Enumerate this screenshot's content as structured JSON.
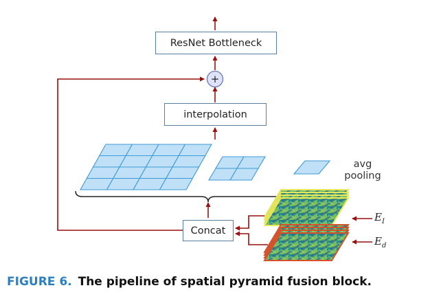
{
  "nodes": {
    "bottleneck": "ResNet Bottleneck",
    "plus": "+",
    "interpolation": "interpolation",
    "concat": "Concat"
  },
  "pooling_label": [
    "avg",
    "pooling"
  ],
  "inputs": {
    "ei": {
      "base": "E",
      "sub": "I"
    },
    "ed": {
      "base": "E",
      "sub": "d"
    }
  },
  "caption": {
    "label": "FIGURE 6.",
    "text": "The pipeline of spatial pyramid fusion block."
  },
  "colors": {
    "arrow": "#9a0f0f",
    "cell_fill": "#bfe0f6",
    "cell_stroke": "#3d9ad6",
    "box_border": "#5a7f9e",
    "caption_label": "#2c7fbf",
    "stack_top_border": "#e8e85a",
    "stack_bottom_border": "#d8502a"
  },
  "grids": [
    {
      "name": "grid-4x4",
      "rows": 4,
      "cols": 4
    },
    {
      "name": "grid-2x2",
      "rows": 2,
      "cols": 2
    },
    {
      "name": "grid-1x1",
      "rows": 1,
      "cols": 1
    }
  ]
}
